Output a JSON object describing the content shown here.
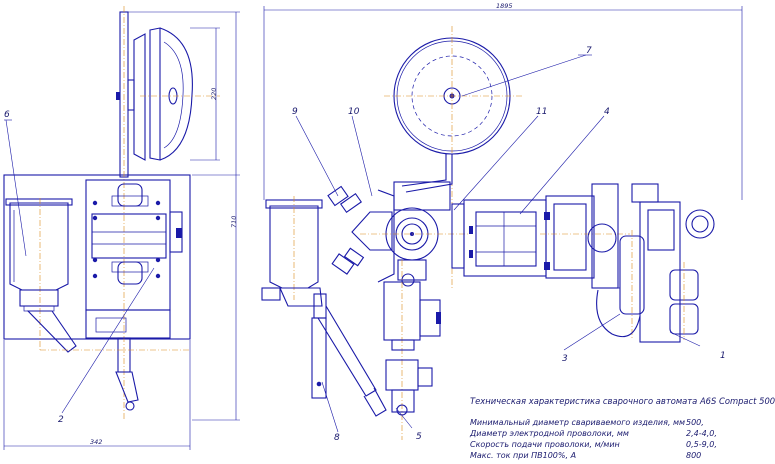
{
  "callouts": [
    "1",
    "2",
    "3",
    "4",
    "5",
    "6",
    "7",
    "8",
    "9",
    "10",
    "11"
  ],
  "dimensions": {
    "overall_width": "1895",
    "reel_diameter": "220",
    "overall_height": "710",
    "side_width": "342"
  },
  "specs": {
    "title": "Техническая характеристика сварочного автомата A6S Compact 500",
    "rows": [
      {
        "label": "Минимальный диаметр свариваемого изделия, мм",
        "value": "500,"
      },
      {
        "label": "Диаметр электродной проволоки, мм",
        "value": "2,4-4,0,"
      },
      {
        "label": "Скорость подачи проволоки, м/мин",
        "value": "0,5-9,0,"
      },
      {
        "label": "Макс. ток при ПВ100%, А",
        "value": "800"
      }
    ]
  },
  "colors": {
    "line": "#1a1aa8",
    "axis": "#d98a1a",
    "text": "#1a1a6e"
  }
}
